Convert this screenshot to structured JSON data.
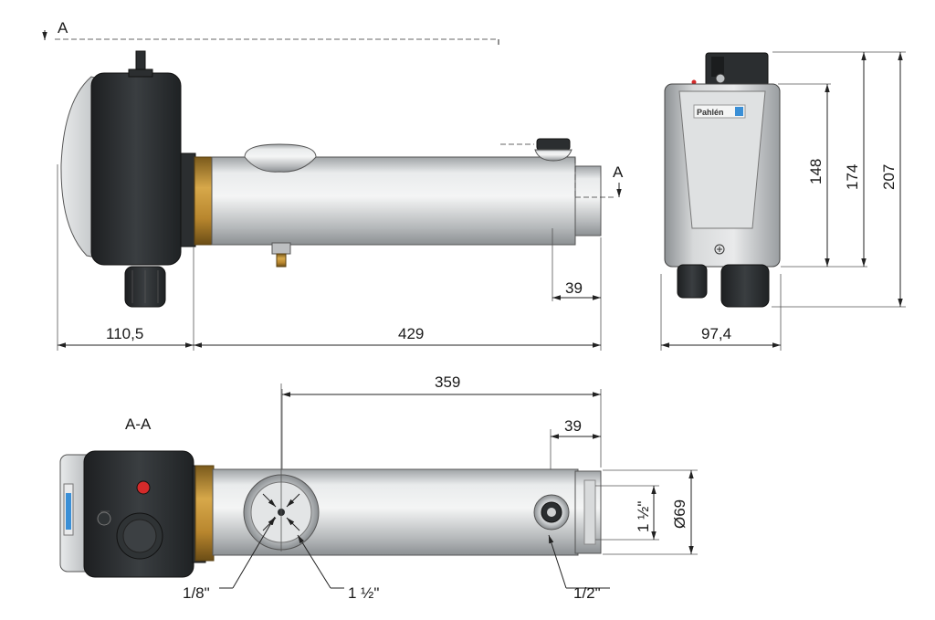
{
  "section_marker": {
    "letter_top": "A",
    "letter_right": "A",
    "section_title": "A-A"
  },
  "dimensions": {
    "d_110_5": "110,5",
    "d_429": "429",
    "d_39_top": "39",
    "d_97_4": "97,4",
    "d_148": "148",
    "d_174": "174",
    "d_207": "207",
    "d_359": "359",
    "d_39_bottom": "39",
    "d_1_5_side": "1 ½\"",
    "d_phi69": "Ø69",
    "d_1_8": "1/8\"",
    "d_1_5_bottom": "1 ½\"",
    "d_1_2": "1/2\""
  },
  "colors": {
    "housing_dark": "#2b2e30",
    "cover_grey": "#c9cccd",
    "tube_light": "#e4e6e7",
    "tube_mid": "#b8bbbd",
    "brass": "#b8862e",
    "red_lamp": "#d42a2a",
    "logo_blue": "#3a8fd6"
  },
  "brand_label": "Pahlén"
}
